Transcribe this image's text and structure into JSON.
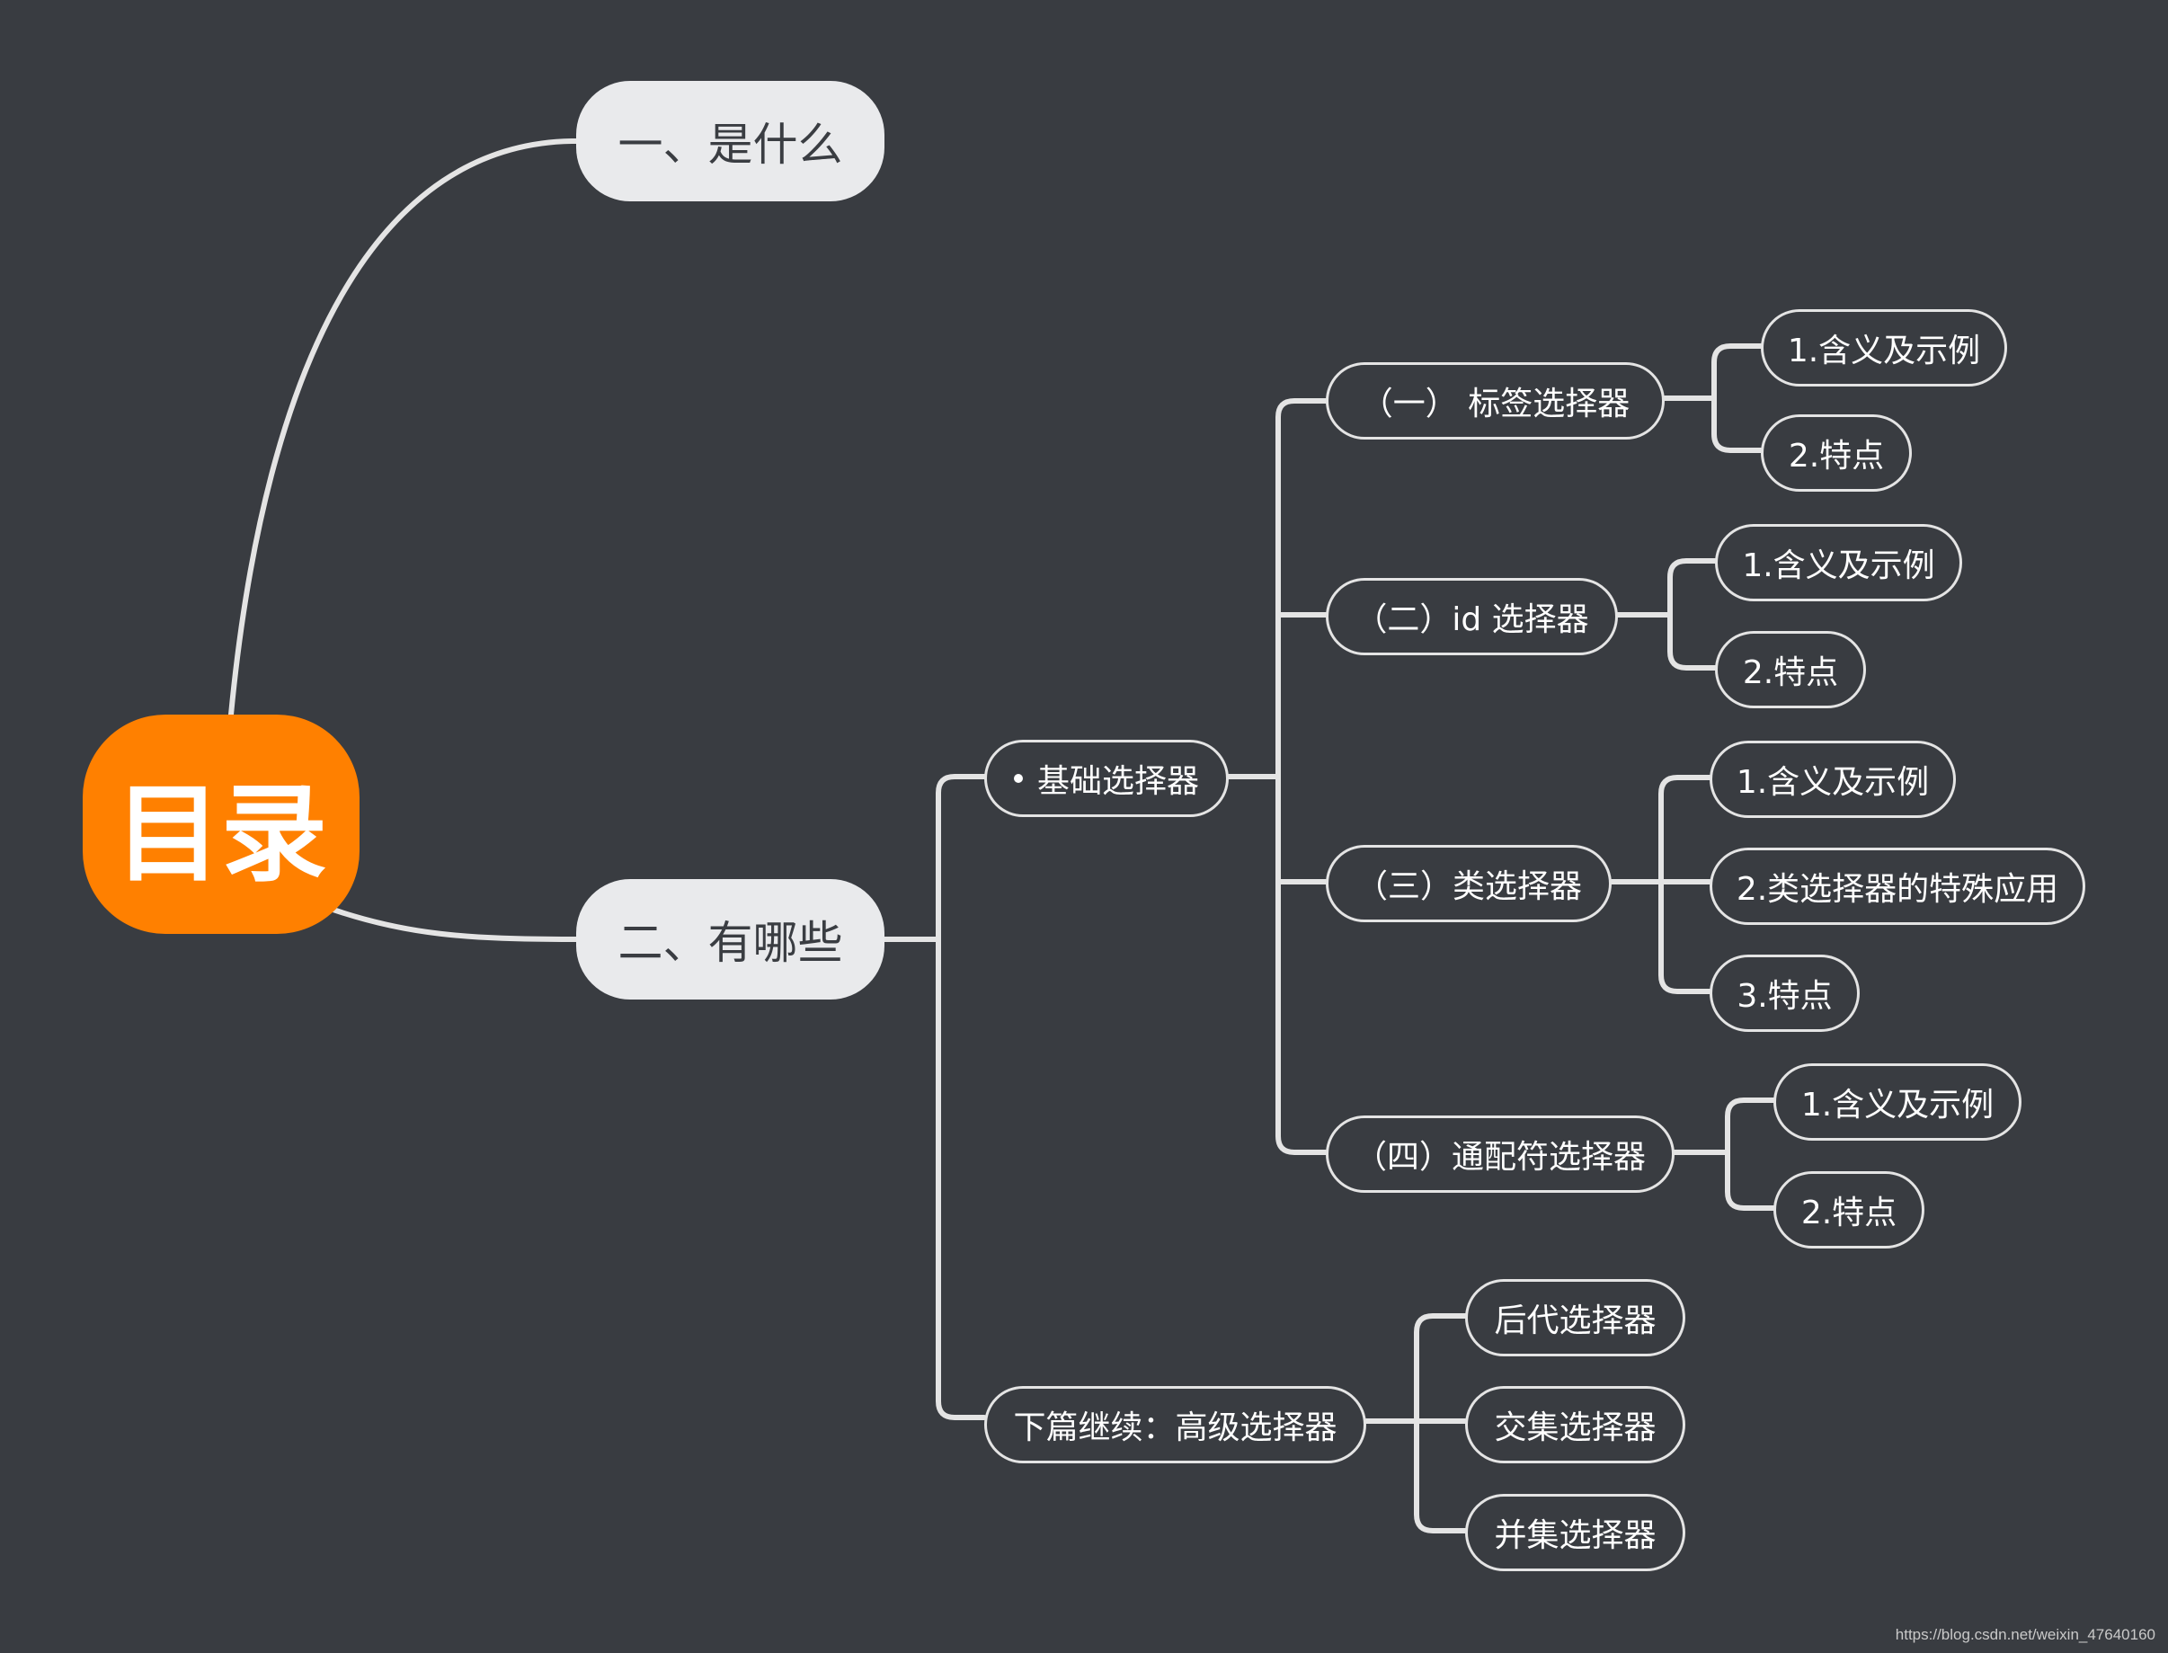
{
  "root": {
    "label": "目录",
    "color": "#ff8000"
  },
  "branches": [
    {
      "label": "一、是什么"
    },
    {
      "label": "二、有哪些"
    }
  ],
  "basic": {
    "label": "基础选择器",
    "children": [
      {
        "label": "（一） 标签选择器",
        "children": [
          "1.含义及示例",
          "2.特点"
        ]
      },
      {
        "label": "（二）id 选择器",
        "children": [
          "1.含义及示例",
          "2.特点"
        ]
      },
      {
        "label": "（三）类选择器",
        "children": [
          "1.含义及示例",
          "2.类选择器的特殊应用",
          "3.特点"
        ]
      },
      {
        "label": "（四）通配符选择器",
        "children": [
          "1.含义及示例",
          "2.特点"
        ]
      }
    ]
  },
  "advanced": {
    "label": "下篇继续：高级选择器",
    "children": [
      "后代选择器",
      "交集选择器",
      "并集选择器"
    ]
  },
  "watermark": "https://blog.csdn.net/weixin_47640160",
  "colors": {
    "background": "#393c41",
    "line": "#e4e4e4",
    "main_node": "#e9eaec"
  }
}
